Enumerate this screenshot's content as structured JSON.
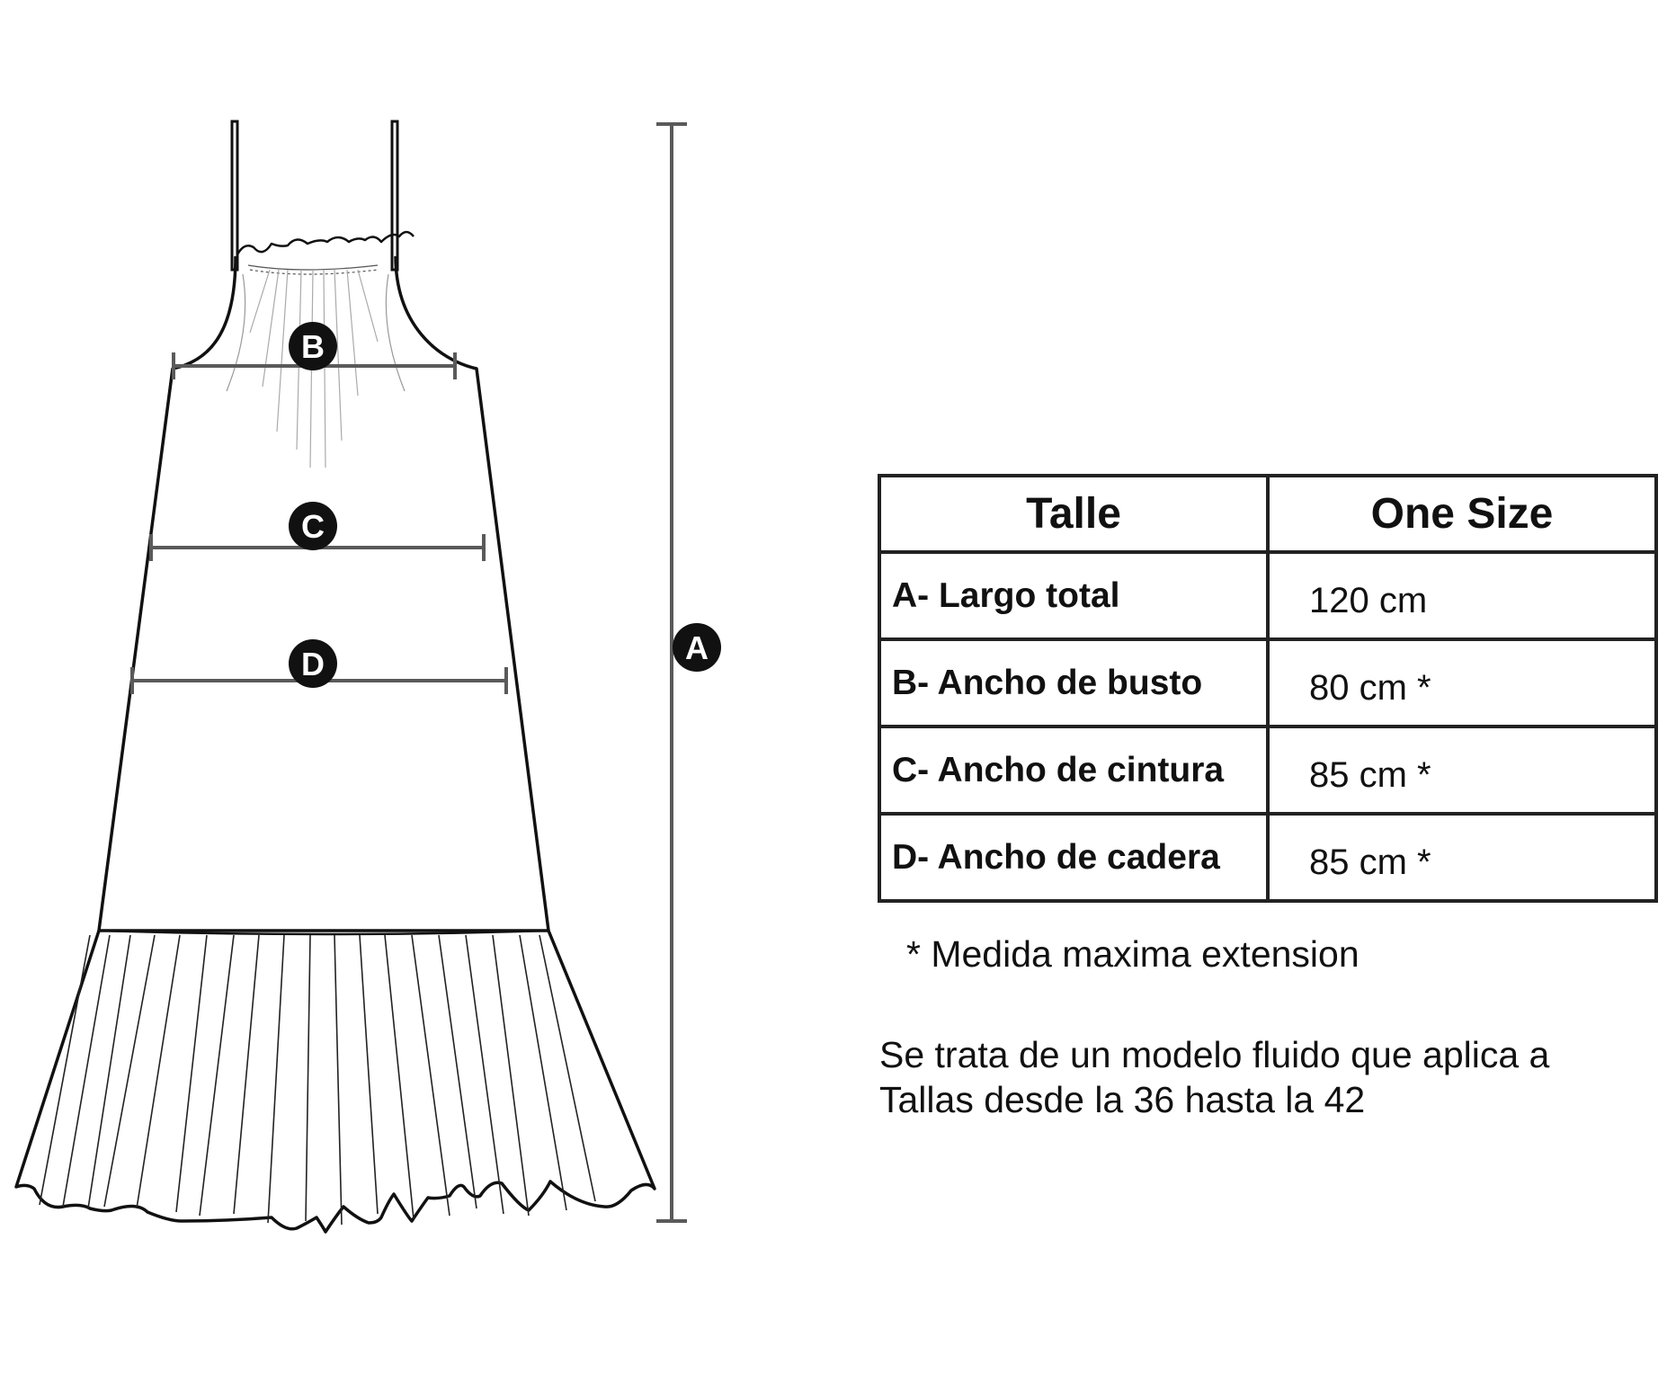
{
  "diagram": {
    "subject": "Tiered maxi slip dress flat sketch with smocked neckline and ruffled hem",
    "markers": [
      {
        "letter": "A",
        "measure": "Largo total",
        "orientation": "vertical"
      },
      {
        "letter": "B",
        "measure": "Ancho de busto",
        "orientation": "horizontal"
      },
      {
        "letter": "C",
        "measure": "Ancho de cintura",
        "orientation": "horizontal"
      },
      {
        "letter": "D",
        "measure": "Ancho de cadera",
        "orientation": "horizontal"
      }
    ],
    "colors": {
      "outline": "#111111",
      "measure_line": "#5a5a5a",
      "marker_fill": "#111111",
      "marker_text": "#ffffff"
    }
  },
  "size_table": {
    "header": {
      "col1": "Talle",
      "col2": "One Size"
    },
    "rows": [
      {
        "label": "A- Largo total",
        "value": "120 cm"
      },
      {
        "label": "B- Ancho de busto",
        "value": "80 cm *"
      },
      {
        "label": "C- Ancho de cintura",
        "value": "85 cm *"
      },
      {
        "label": "D- Ancho de cadera",
        "value": "85 cm *"
      }
    ]
  },
  "footnote": "* Medida maxima extension",
  "description": "Se trata de un modelo fluido que aplica a Tallas desde la 36 hasta la 42",
  "description_lines": [
    "Se trata de un modelo fluido que aplica a",
    "Tallas desde la 36 hasta la 42"
  ]
}
